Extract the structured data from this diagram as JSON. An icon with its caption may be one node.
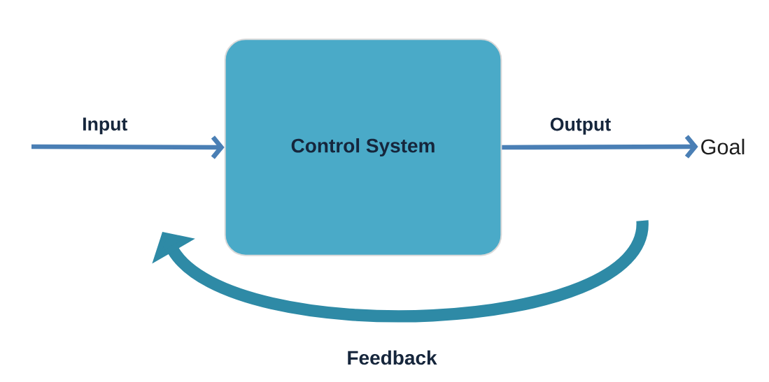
{
  "diagram": {
    "nodes": [
      {
        "text": [
          "Control System"
        ]
      },
      {
        "text": [
          "Goal"
        ]
      }
    ],
    "edges": [
      {
        "from": null,
        "to": 0,
        "arrow": "to",
        "label": "Input"
      },
      {
        "from": 0,
        "to": 1,
        "arrow": "to",
        "label": "Output"
      }
    ],
    "labels": [
      "Feedback"
    ]
  }
}
